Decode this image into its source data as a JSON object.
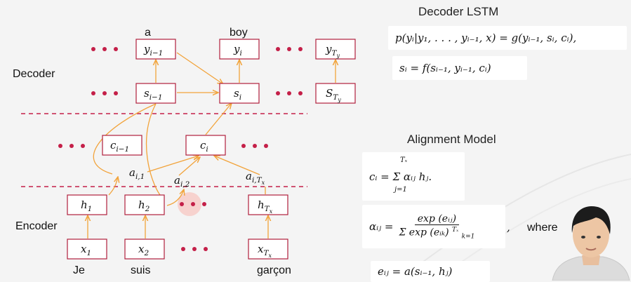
{
  "diagram": {
    "sections": {
      "decoder": "Decoder",
      "encoder": "Encoder"
    },
    "top_words": {
      "a": "a",
      "boy": "boy"
    },
    "bottom_words": {
      "je": "Je",
      "suis": "suis",
      "garcon": "garçon"
    },
    "nodes": {
      "y_prev": {
        "base": "y",
        "sub": "i−1"
      },
      "y_i": {
        "base": "y",
        "sub": "i"
      },
      "y_T": {
        "base": "y",
        "sub": "T",
        "subsub": "y"
      },
      "s_prev": {
        "base": "s",
        "sub": "i−1"
      },
      "s_i": {
        "base": "s",
        "sub": "i"
      },
      "s_T": {
        "base": "S",
        "sub": "T",
        "subsub": "y"
      },
      "c_prev": {
        "base": "c",
        "sub": "i−1"
      },
      "c_i": {
        "base": "c",
        "sub": "i"
      },
      "h1": {
        "base": "h",
        "sub": "1"
      },
      "h2": {
        "base": "h",
        "sub": "2"
      },
      "h_T": {
        "base": "h",
        "sub": "T",
        "subsub": "x"
      },
      "x1": {
        "base": "x",
        "sub": "1"
      },
      "x2": {
        "base": "x",
        "sub": "2"
      },
      "x_T": {
        "base": "x",
        "sub": "T",
        "subsub": "x"
      }
    },
    "weights": {
      "a_i1": {
        "base": "a",
        "sub": "i,1"
      },
      "a_i2": {
        "base": "a",
        "sub": "i,2"
      },
      "a_iT": {
        "base": "a",
        "sub": "i,T",
        "subsub": "x"
      }
    }
  },
  "right_panel": {
    "decoder_title": "Decoder LSTM",
    "eq_p": "p(yᵢ|y₁, . . . , yᵢ₋₁, x) = g(yᵢ₋₁, sᵢ, cᵢ),",
    "eq_s": "sᵢ = f(sᵢ₋₁, yᵢ₋₁, cᵢ)",
    "alignment_title": "Alignment Model",
    "eq_c": "cᵢ = Σ αᵢⱼ hⱼ.",
    "eq_c_upper": "Tₓ",
    "eq_c_lower": "j=1",
    "eq_alpha_lhs": "αᵢⱼ =",
    "eq_alpha_num": "exp (eᵢⱼ)",
    "eq_alpha_den": "Σ exp (eᵢₖ)",
    "eq_alpha_den_upper": "Tₓ",
    "eq_alpha_den_lower": "k=1",
    "eq_alpha_comma": ",",
    "where": "where",
    "eq_e": "eᵢⱼ = a(sᵢ₋₁, hⱼ)"
  },
  "colors": {
    "box_border": "#b01f3c",
    "dot": "#c41f48",
    "arrow": "#f2a33a",
    "dashed_line": "#c41f48",
    "background": "#f4f4f4"
  }
}
